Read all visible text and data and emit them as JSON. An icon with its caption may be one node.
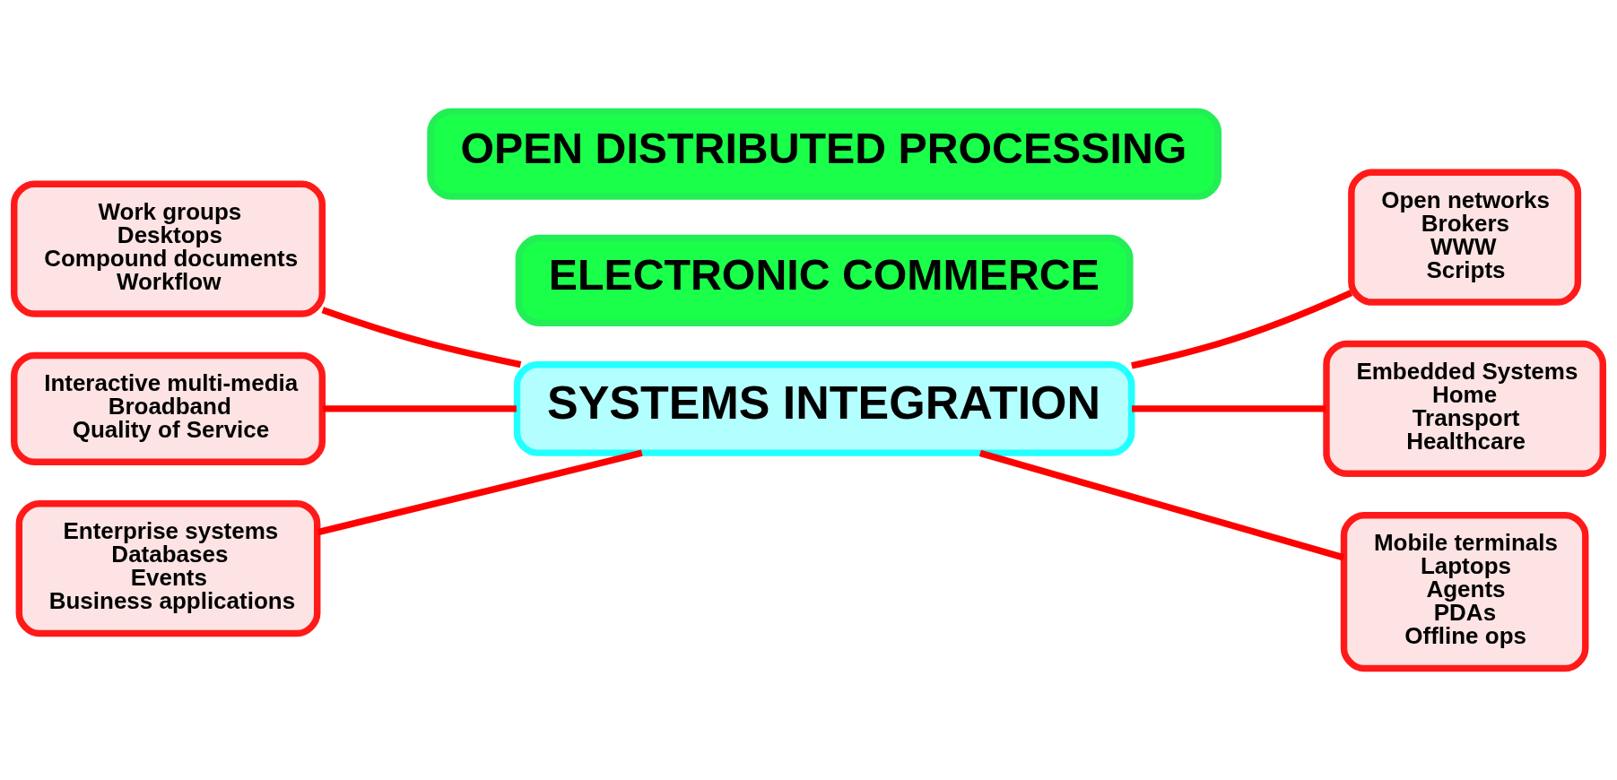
{
  "diagram": {
    "nodes": [
      {
        "text": [
          "Work groups",
          "Desktops",
          "Compound documents",
          "Workflow"
        ]
      },
      {
        "text": [
          "ELECTRONIC COMMERCE"
        ]
      },
      {
        "text": [
          "Open networks",
          "Brokers",
          "WWW",
          "Scripts"
        ]
      },
      {
        "text": [
          "Interactive multi-media",
          "Broadband",
          "Quality of Service"
        ]
      },
      {
        "text": [
          "SYSTEMS INTEGRATION"
        ]
      },
      {
        "text": [
          "Embedded Systems",
          "Home",
          "Transport",
          "Healthcare"
        ]
      },
      {
        "text": [
          "Enterprise systems",
          "Databases",
          "Events",
          "Business applications"
        ]
      },
      {
        "text": [
          "OPEN DISTRIBUTED PROCESSING"
        ]
      },
      {
        "text": [
          "Mobile terminals",
          "Laptops",
          "Agents",
          "PDAs",
          "Offline ops"
        ]
      }
    ],
    "edges": [
      {
        "from": 0,
        "to": 4,
        "arrow": "none"
      },
      {
        "from": 4,
        "to": 2,
        "arrow": "none"
      },
      {
        "from": 3,
        "to": 4,
        "arrow": "none"
      },
      {
        "from": 4,
        "to": 5,
        "arrow": "none"
      },
      {
        "from": 6,
        "to": 4,
        "arrow": "none"
      },
      {
        "from": 4,
        "to": 8,
        "arrow": "none"
      }
    ]
  }
}
